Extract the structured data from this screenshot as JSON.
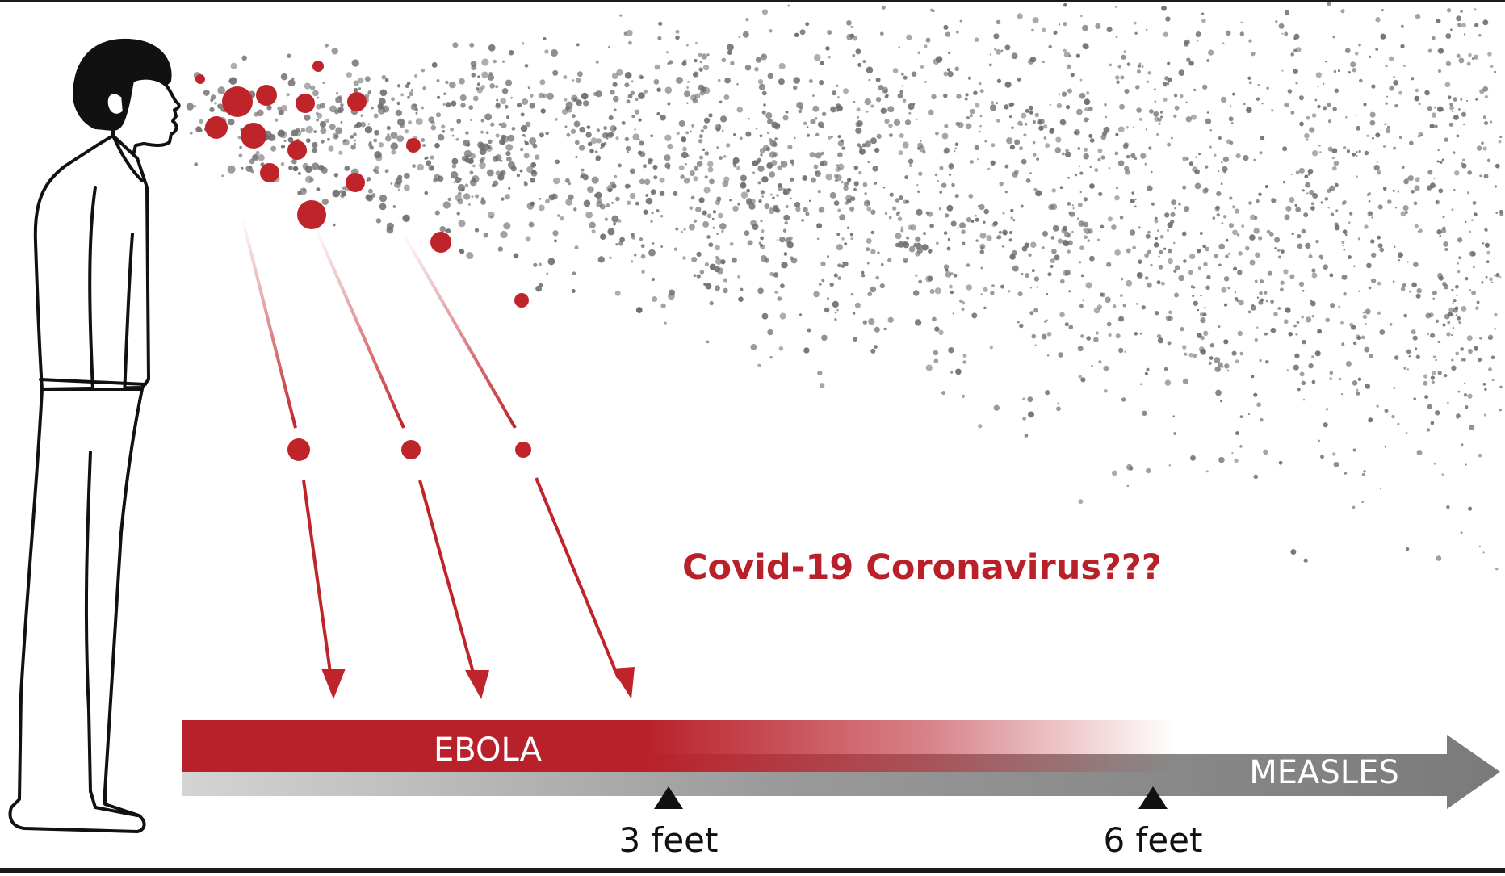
{
  "question_label": "Covid-19 Coronavirus???",
  "near_bar_label": "EBOLA",
  "far_bar_label": "MEASLES",
  "distance_markers": [
    {
      "label": "3 feet"
    },
    {
      "label": "6 feet"
    }
  ],
  "colors": {
    "accent_red": "#b8202a",
    "droplet_red": "#c0242b",
    "aerosol_gray": "#6e6e6e",
    "arrow_gray": "#8a8a8a",
    "text_dark": "#111111",
    "bar_text": "#ffffff"
  },
  "icons": {
    "person": "person-silhouette-icon",
    "marker": "triangle-marker-icon",
    "arrow": "arrow-down-icon"
  }
}
